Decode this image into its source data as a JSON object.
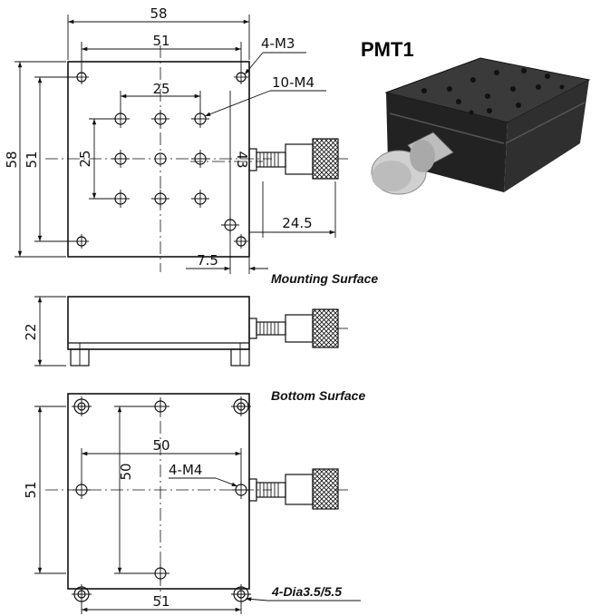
{
  "product": {
    "model": "PMT1"
  },
  "top_view": {
    "dims": {
      "overall_width": "58",
      "inner_width": "51",
      "grid_pitch": "25",
      "overall_height": "58",
      "inner_height": "51",
      "grid_pitch_vertical": "25",
      "offset_43": "43",
      "micrometer_extension": "24.5",
      "micrometer_offset": "7.5"
    },
    "callouts": {
      "corner_threads": "4-M3",
      "grid_threads": "10-M4"
    }
  },
  "side_view": {
    "label": "Mounting Surface",
    "dims": {
      "height": "22"
    }
  },
  "bottom_view": {
    "label": "Bottom Surface",
    "dims": {
      "hole_pitch_x": "50",
      "hole_pitch_y": "50",
      "overall_height": "51",
      "overall_width": "51"
    },
    "callouts": {
      "center_threads": "4-M4",
      "counterbores": "4-Dia3.5/5.5"
    }
  },
  "colors": {
    "line": "#111111",
    "stage_body": "#2a2a2a",
    "knob": "#c9c9c9"
  }
}
